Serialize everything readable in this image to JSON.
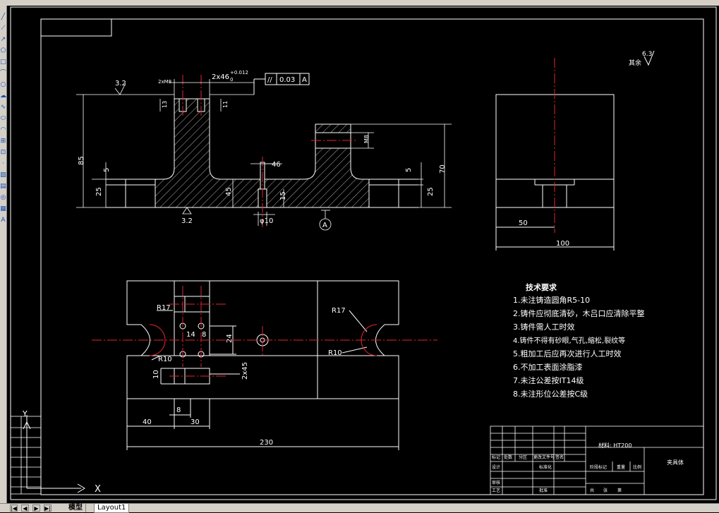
{
  "tabs": {
    "model": "模型",
    "layout1": "Layout1"
  },
  "drawing": {
    "front_view": {
      "surface_3_2_top": "3.2",
      "thread_2xm8": "2xM8",
      "dim_2x46": "2x46",
      "tol_upper": "+0.012",
      "tol_lower": "0",
      "gdt_symbol": "//",
      "gdt_value": "0.03",
      "gdt_datum": "A",
      "dim_13": "13",
      "dim_11": "11",
      "dim_85": "85",
      "dim_5_left": "5",
      "dim_25_left": "25",
      "dim_45_inner": "45",
      "dim_46": "46",
      "dim_15": "15",
      "dim_phi10": "φ10",
      "dim_m8": "M8",
      "dim_5_right": "5",
      "dim_25_right": "25",
      "dim_70": "70",
      "surface_3_2_bottom": "3.2",
      "datum_a": "A"
    },
    "side_view": {
      "dim_50": "50",
      "dim_100": "100"
    },
    "top_view": {
      "r17_left": "R17",
      "r10_left": "R10",
      "r17_right": "R17",
      "r10_right": "R10",
      "dim_14": "14",
      "dim_8a": "8",
      "dim_24": "24",
      "dim_10": "10",
      "dim_2x45": "2x45",
      "dim_8b": "8",
      "dim_40": "40",
      "dim_30": "30",
      "dim_230": "230"
    },
    "roughness_note": {
      "label": "其余",
      "value": "6.3"
    },
    "tech_requirements": {
      "title": "技术要求",
      "items": [
        "1.未注铸造圆角R5-10",
        "2.铸件应彻底清砂，木吕口应清除平整",
        "3.铸件需人工时效",
        "4.铸件不得有砂眼,气孔,缩松,裂纹等",
        "5.粗加工后应再次进行人工时效",
        "6.不加工表面涂脂漆",
        "7.未注公差按IT14级",
        "8.未注形位公差按C级"
      ]
    },
    "title_block": {
      "material": "材料: HT200",
      "part_name": "夹具体",
      "row_labels": [
        "标记",
        "处数",
        "分区",
        "更改文件号",
        "签名"
      ],
      "designer": "设计",
      "standardization": "标准化",
      "approved": "审核",
      "process": "工艺",
      "approve2": "批准",
      "stage_mark": "阶段标记",
      "weight": "重量",
      "scale": "比例",
      "sheet_total": "共",
      "sheet": "张",
      "sheet_no": "第"
    },
    "ucs": {
      "x": "X",
      "y": "Y"
    }
  }
}
